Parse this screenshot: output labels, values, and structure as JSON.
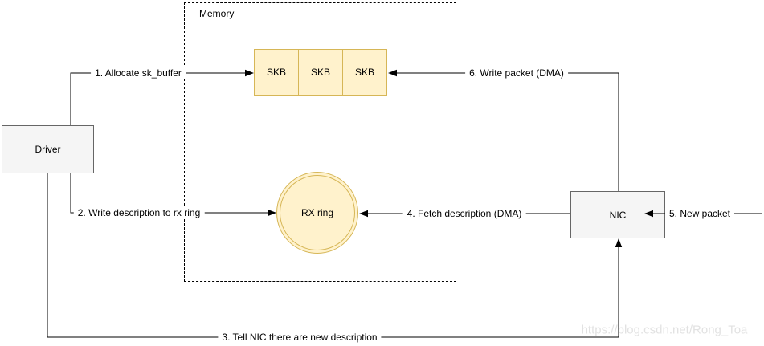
{
  "colors": {
    "background": "#FFFFFF",
    "node-fill": "#FFF2CC",
    "node-stroke": "#D6B656",
    "box-fill": "#F5F5F5",
    "box-stroke": "#666666",
    "line": "#000000",
    "label": "#000000",
    "watermark": "#E2E2E2"
  },
  "memory": {
    "label": "Memory",
    "skb_buffers": [
      "SKB",
      "SKB",
      "SKB"
    ],
    "rx_ring_label": "RX ring"
  },
  "nodes": {
    "driver_label": "Driver",
    "nic_label": "NIC"
  },
  "arrows": [
    {
      "label": "1. Allocate sk_buffer"
    },
    {
      "label": "2. Write description to rx ring"
    },
    {
      "label": "3. Tell NIC there are new description"
    },
    {
      "label": "4. Fetch description (DMA)"
    },
    {
      "label": "5. New packet"
    },
    {
      "label": "6. Write packet (DMA)"
    }
  ],
  "watermark": "https://blog.csdn.net/Rong_Toa"
}
